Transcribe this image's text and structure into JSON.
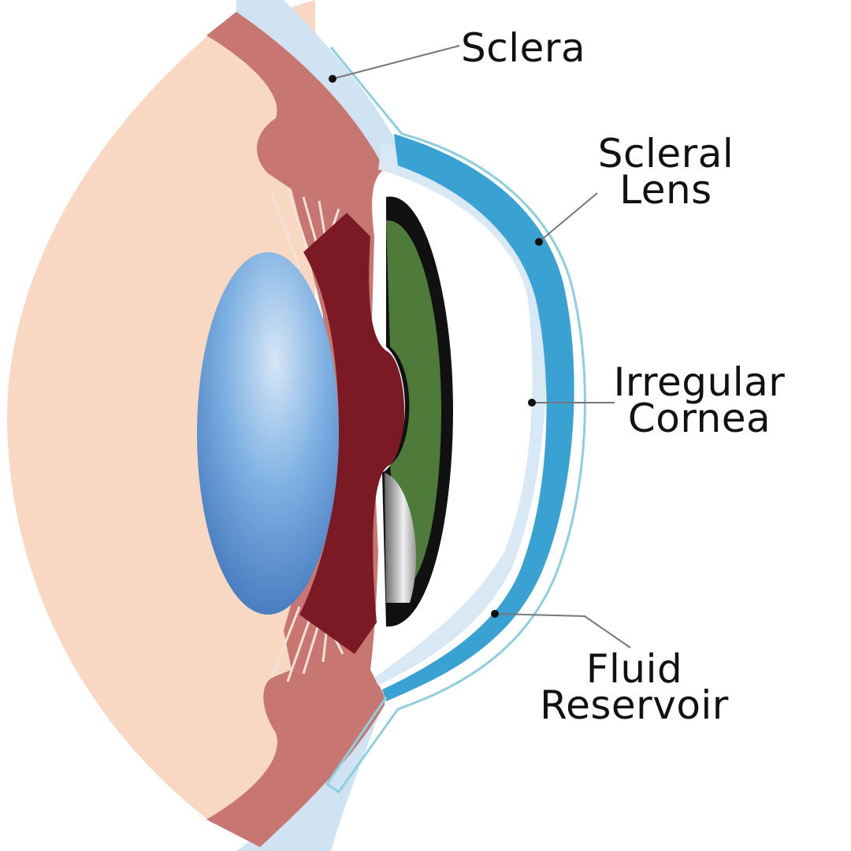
{
  "labels": {
    "sclera": "Sclera",
    "scleral_lens_1": "Scleral",
    "scleral_lens_2": "Lens",
    "irregular_cornea_1": "Irregular",
    "irregular_cornea_2": "Cornea",
    "fluid_reservoir_1": "Fluid",
    "fluid_reservoir_2": "Reservoir"
  },
  "colors": {
    "eyeball": "#F8D8C3",
    "sclera_band": "#CFE3F2",
    "choroid": "#C87671",
    "ciliary": "#7B1A25",
    "lens": "#6FA6DC",
    "iris": "#4E7A3A",
    "scleral_lens": "#3AA2D3",
    "cornea": "#D8E8F5"
  }
}
